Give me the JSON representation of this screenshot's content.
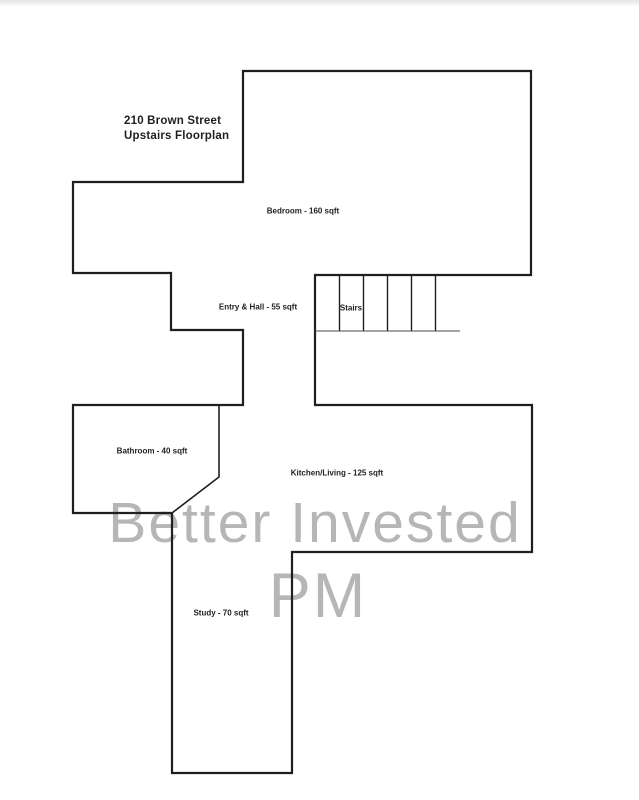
{
  "title": {
    "line1": "210 Brown Street",
    "line2": "Upstairs Floorplan"
  },
  "watermark": {
    "line1": "Better Invested",
    "line2": "PM",
    "color": "#b6b6b6"
  },
  "colors": {
    "wall": "#1f1f1f",
    "thin_line": "#4a4a4a",
    "label_text": "#1f1f1f",
    "background": "#ffffff"
  },
  "rooms": {
    "bedroom": {
      "label": "Bedroom - 160 sqft"
    },
    "entry_hall": {
      "label": "Entry & Hall - 55 sqft"
    },
    "stairs": {
      "label": "Stairs"
    },
    "bathroom": {
      "label": "Bathroom - 40 sqft"
    },
    "kitchen_living": {
      "label": "Kitchen/Living - 125 sqft"
    },
    "study": {
      "label": "Study - 70 sqft"
    }
  }
}
